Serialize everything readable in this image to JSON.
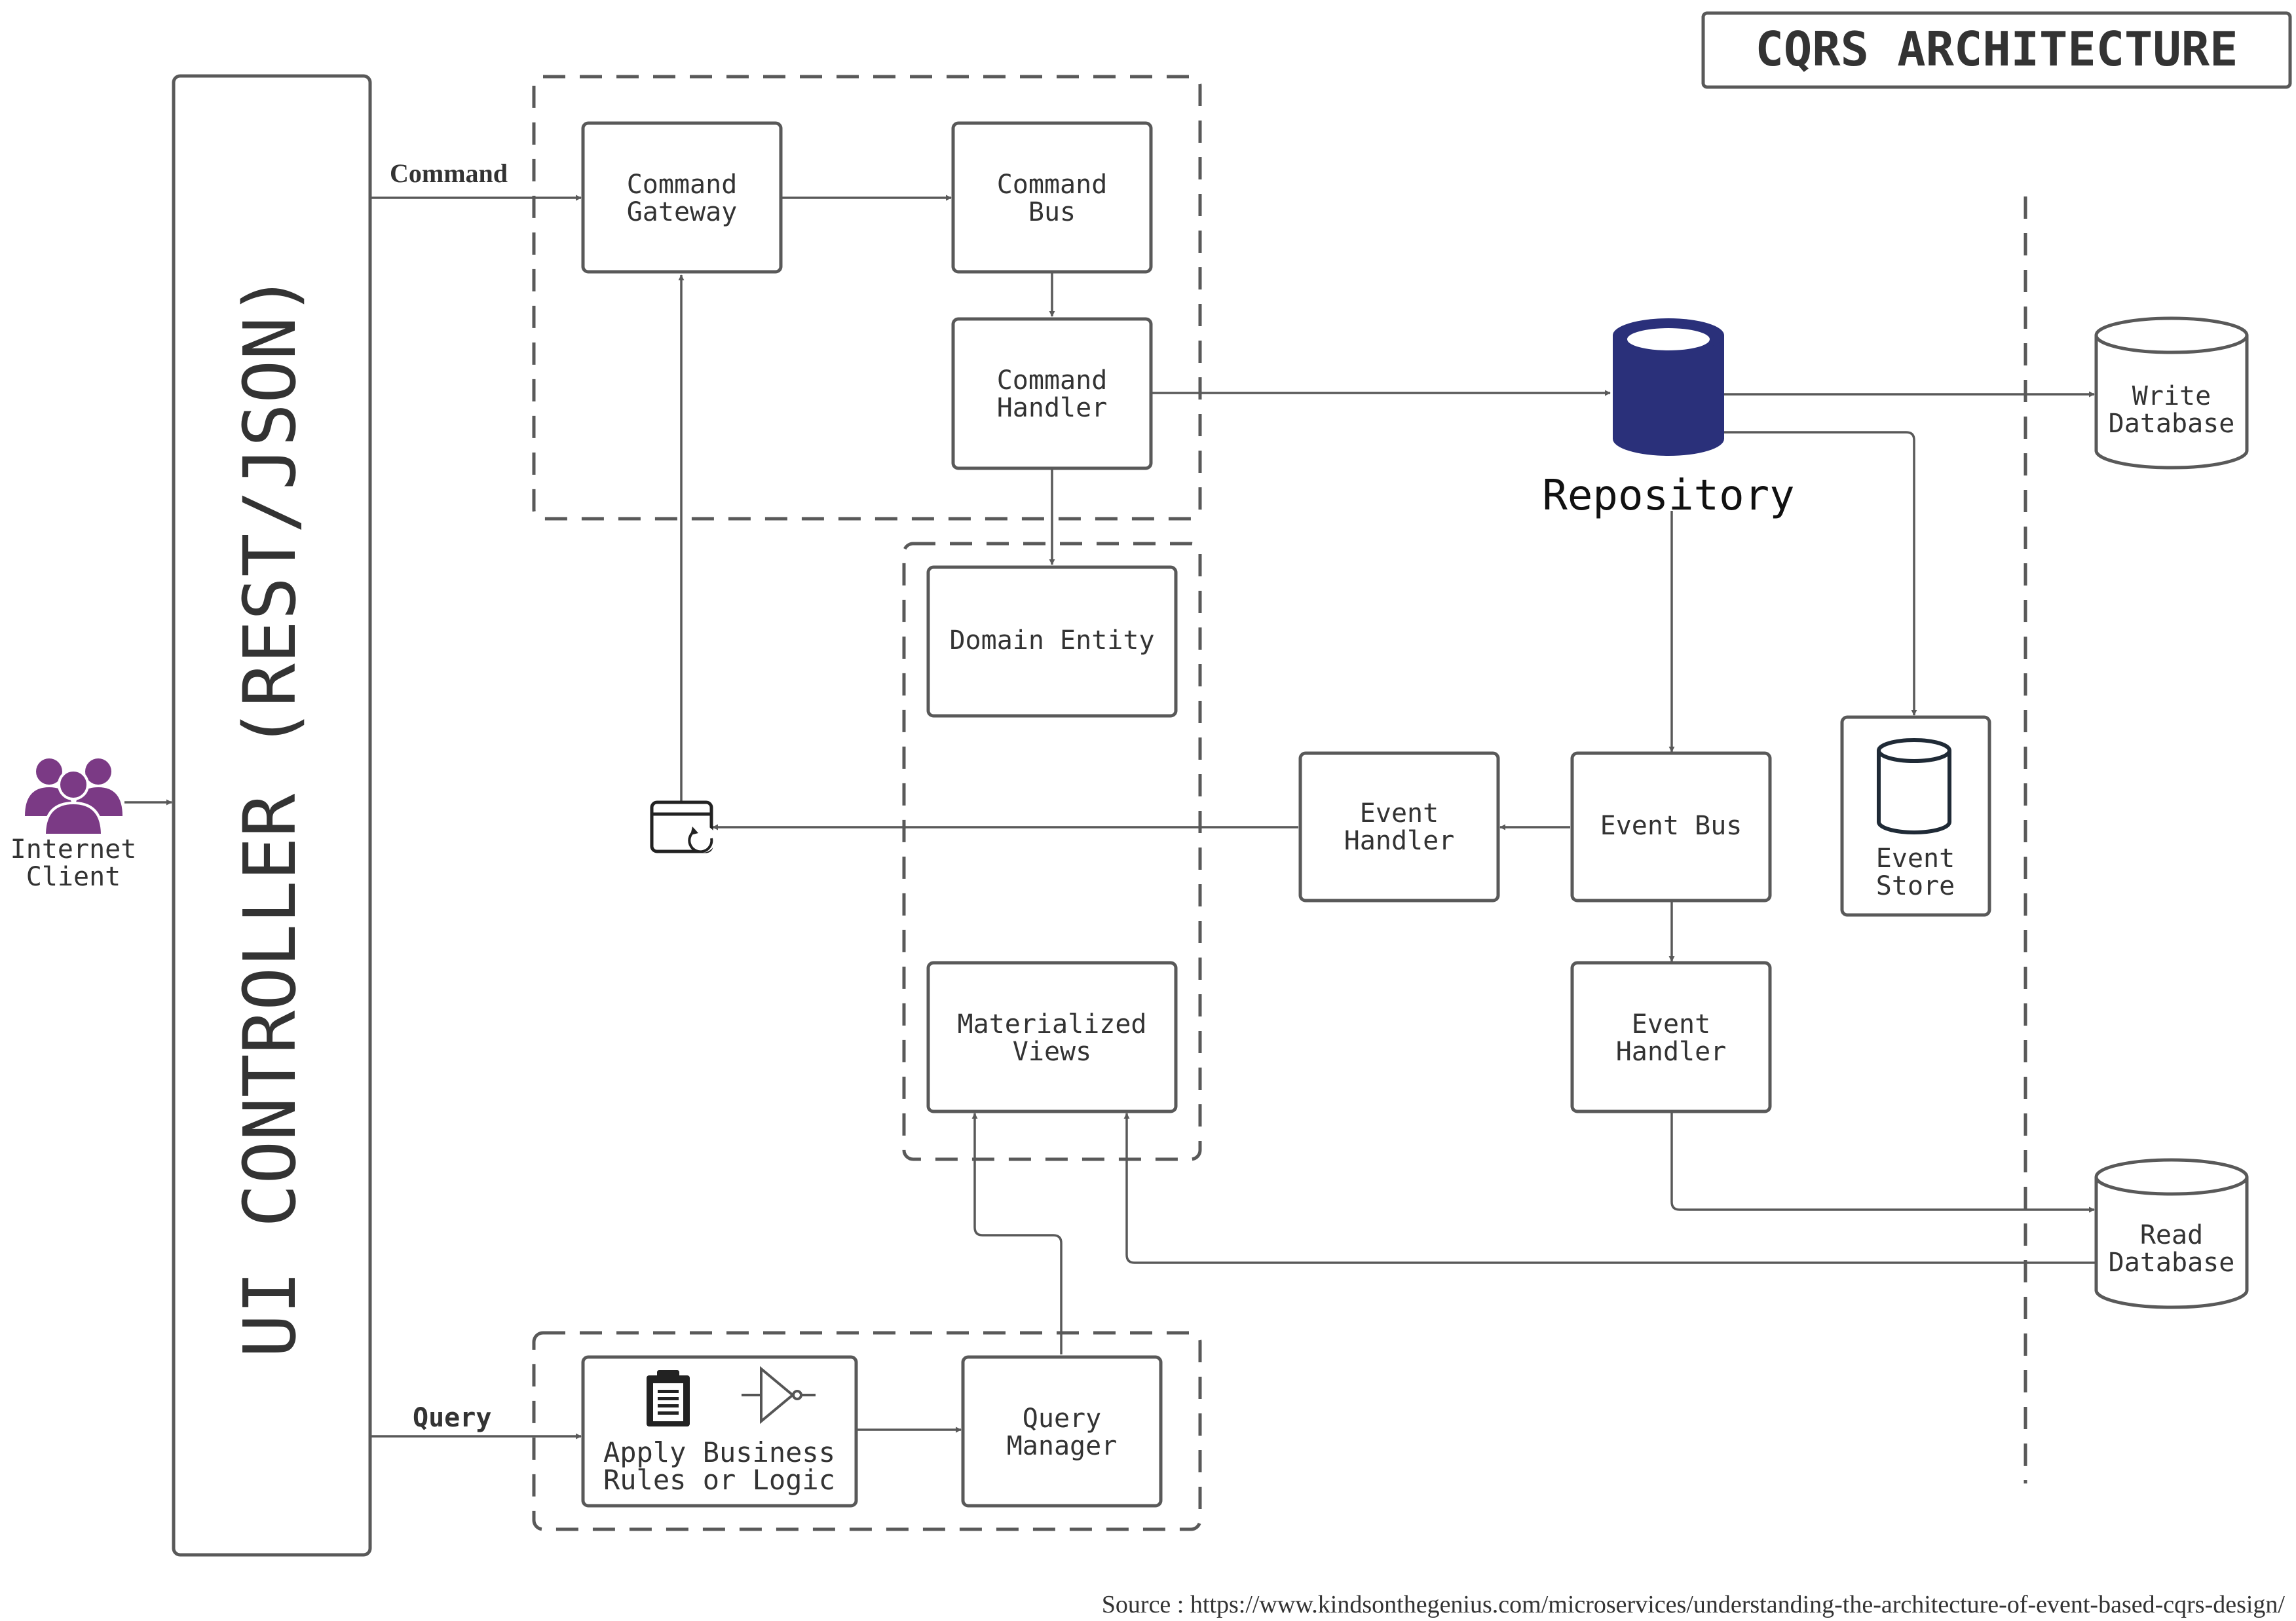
{
  "title": "CQRS ARCHITECTURE",
  "source": "Source : https://www.kindsonthegenius.com/microservices/understanding-the-architecture-of-event-based-cqrs-design/",
  "client": {
    "line1": "Internet",
    "line2": "Client"
  },
  "controller": "UI CONTROLLER (REST/JSON)",
  "edge_labels": {
    "command": "Command",
    "query": "Query"
  },
  "nodes": {
    "command_gateway": {
      "line1": "Command",
      "line2": "Gateway"
    },
    "command_bus": {
      "line1": "Command",
      "line2": "Bus"
    },
    "command_handler": {
      "line1": "Command",
      "line2": "Handler"
    },
    "domain_entity": {
      "line1": "Domain Entity"
    },
    "materialized_views": {
      "line1": "Materialized",
      "line2": "Views"
    },
    "repository": {
      "line1": "Repository"
    },
    "write_database": {
      "line1": "Write",
      "line2": "Database"
    },
    "event_store": {
      "line1": "Event",
      "line2": "Store"
    },
    "event_bus": {
      "line1": "Event Bus"
    },
    "event_handler_left": {
      "line1": "Event",
      "line2": "Handler"
    },
    "event_handler_bottom": {
      "line1": "Event",
      "line2": "Handler"
    },
    "read_database": {
      "line1": "Read",
      "line2": "Database"
    },
    "business_rules": {
      "line1": "Apply Business",
      "line2": "Rules or Logic"
    },
    "query_manager": {
      "line1": "Query",
      "line2": "Manager"
    }
  },
  "colors": {
    "stroke": "#595959",
    "text": "#333333",
    "repository": "#2a307a",
    "client_icon": "#7b3a85"
  },
  "icons": {
    "client": "users-icon",
    "refresh": "window-refresh-icon",
    "clipboard": "clipboard-icon",
    "logic": "logic-gate-icon"
  }
}
